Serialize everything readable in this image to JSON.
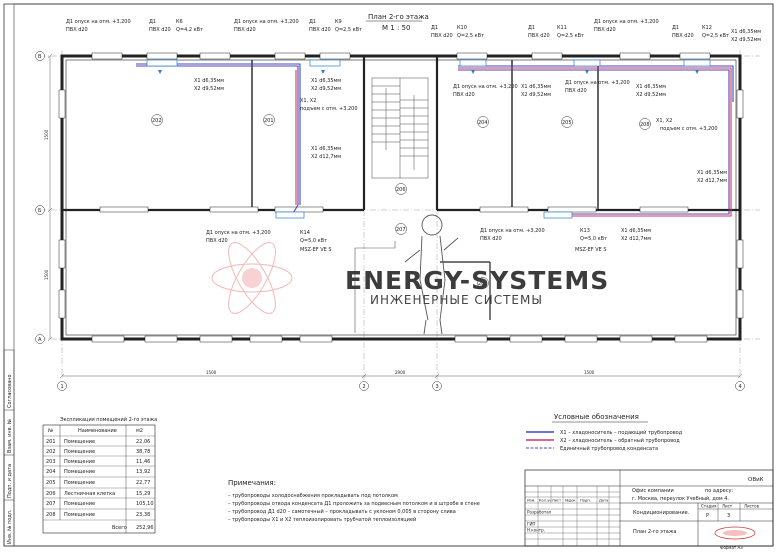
{
  "plan": {
    "title": "План 2-го этажа",
    "scale": "М 1 : 50",
    "axes_letters": [
      "В",
      "Б",
      "А"
    ],
    "axes_numbers": [
      "1",
      "2",
      "3",
      "4"
    ],
    "dims": [
      "1500",
      "2900",
      "1500"
    ],
    "left_dims": [
      "1500",
      "1500"
    ]
  },
  "rooms": [
    {
      "id": "202",
      "label": "202"
    },
    {
      "id": "201",
      "label": "201"
    },
    {
      "id": "206",
      "label": "206"
    },
    {
      "id": "204",
      "label": "204"
    },
    {
      "id": "205",
      "label": "205"
    },
    {
      "id": "208",
      "label": "208"
    },
    {
      "id": "207",
      "label": "207"
    },
    {
      "id": "203",
      "label": "203"
    }
  ],
  "annotations": {
    "d1_drop_1": "Д1 опуск на отм. +3,200",
    "pvh_d20": "ПВХ d20",
    "d1": "Д1",
    "k6": "К6",
    "k6_power": "Q=4,2 кВт",
    "k9": "К9",
    "k9_power": "Q=2,5 кВт",
    "k10": "К10",
    "k10_power": "Q=2,5 кВт",
    "k11": "К11",
    "k11_power": "Q=2,5 кВт",
    "k12": "К12",
    "k12_power": "Q=2,5 кВт",
    "k13": "К13",
    "k13_power": "Q=5,0 кВт",
    "k14": "К14",
    "k14_power": "Q=5,0 кВт",
    "model": "MSZ-EF VE S",
    "x1_635": "Х1  d6,35мм",
    "x2_952": "Х2  d9,52мм",
    "x1_x2": "Х1, Х2",
    "rise": "подъем с отм. +3,200",
    "x2_127": "Х2  d12,7мм"
  },
  "legend": {
    "title": "Условные обозначения",
    "items": [
      {
        "label": "Х1 – хладоноситель – подающий трубопровод",
        "color": "#3848c8"
      },
      {
        "label": "Х2 – хладоноситель – обратный трубопровод",
        "color": "#c83868"
      },
      {
        "label": "Единичный трубопровод конденсата",
        "color": "#5a40a8"
      }
    ]
  },
  "notes": {
    "title": "Примечания:",
    "lines": [
      "– трубопроводы холодоснабжения прокладывать под потолком",
      "– трубопроводы отвода конденсата Д1 проложить за подвесным потолком и в штробе в стене",
      "– трубопровод Д1 d20 – самотечный – прокладывать с уклоном 0,005 в сторону слива",
      "– трубопроводы Х1 и Х2 теплоизолировать трубчатой теплоизоляцией"
    ]
  },
  "room_table": {
    "title": "Экспликация помещений 2-го этажа",
    "headers": [
      "№",
      "Наименование",
      "м2"
    ],
    "rows": [
      [
        "201",
        "Помещение",
        "22,06"
      ],
      [
        "202",
        "Помещение",
        "38,78"
      ],
      [
        "203",
        "Помещение",
        "11,46"
      ],
      [
        "204",
        "Помещение",
        "13,92"
      ],
      [
        "205",
        "Помещение",
        "22,77"
      ],
      [
        "206",
        "Лестничная клетка",
        "15,29"
      ],
      [
        "207",
        "Помещение",
        "105,10"
      ],
      [
        "208",
        "Помещение",
        "23,38"
      ]
    ],
    "total_label": "Всего",
    "total_value": "252,96"
  },
  "title_block": {
    "code": "ОВиК",
    "object": "Офис компании",
    "address_label": "по адресу:",
    "address": "г. Москва, переулок Учебный, дом 4.",
    "section": "Кондиционирование.",
    "sheet_name": "План 2-го этажа",
    "stage_h": "Стадия",
    "sheet_h": "Лист",
    "sheets_h": "Листов",
    "stage": "Р",
    "sheet": "3",
    "cols": [
      "Изм.",
      "Кол.уч",
      "Лист",
      "№док",
      "Подп.",
      "Дата"
    ],
    "roles": [
      "Разработал",
      "",
      "ГИП",
      "Н.контр."
    ],
    "format": "Формат  А3"
  },
  "side_stamps": [
    "Согласовано",
    "Взам. инв. №",
    "Подп. и дата",
    "Инв. № подл."
  ],
  "watermark": {
    "line1": "ENERGY-SYSTEMS",
    "line2": "ИНЖЕНЕРНЫЕ СИСТЕМЫ"
  },
  "colors": {
    "x1": "#3848c8",
    "x2": "#c83868",
    "cond": "#5a40a8",
    "wall": "#222222",
    "unit": "#2a7fd0"
  }
}
